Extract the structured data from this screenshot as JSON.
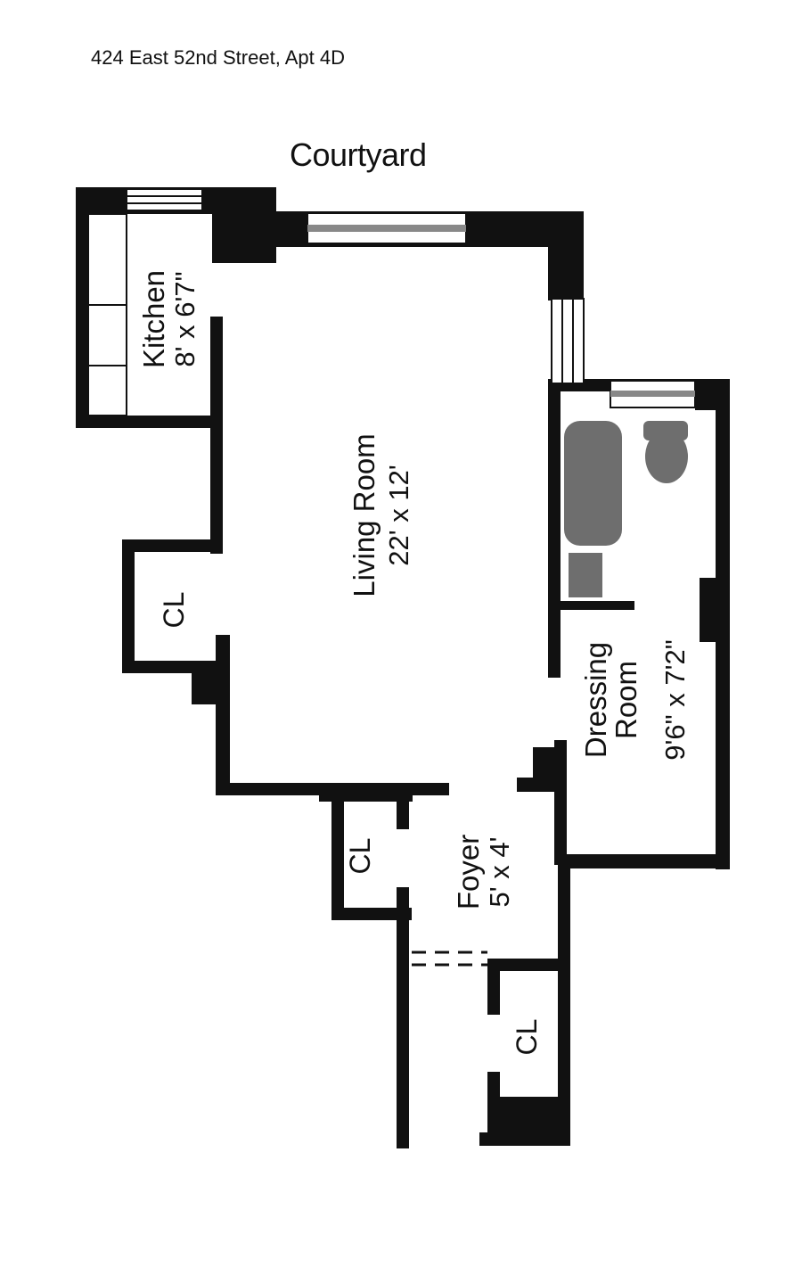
{
  "header": {
    "address": "424 East 52nd Street, Apt 4D"
  },
  "plan": {
    "orientation_label": "Courtyard",
    "rooms": {
      "kitchen": {
        "name": "Kitchen",
        "size": "8' x 6'7\""
      },
      "living_room": {
        "name": "Living Room",
        "size": "22' x 12'"
      },
      "dressing_room": {
        "name_line1": "Dressing",
        "name_line2": "Room",
        "size": "9'6\" x 7'2\""
      },
      "foyer": {
        "name": "Foyer",
        "size": "5' x 4'"
      }
    },
    "closets": {
      "label": "CL"
    },
    "colors": {
      "wall": "#111111",
      "fixture": "#6e6e6e",
      "background": "#ffffff"
    }
  }
}
